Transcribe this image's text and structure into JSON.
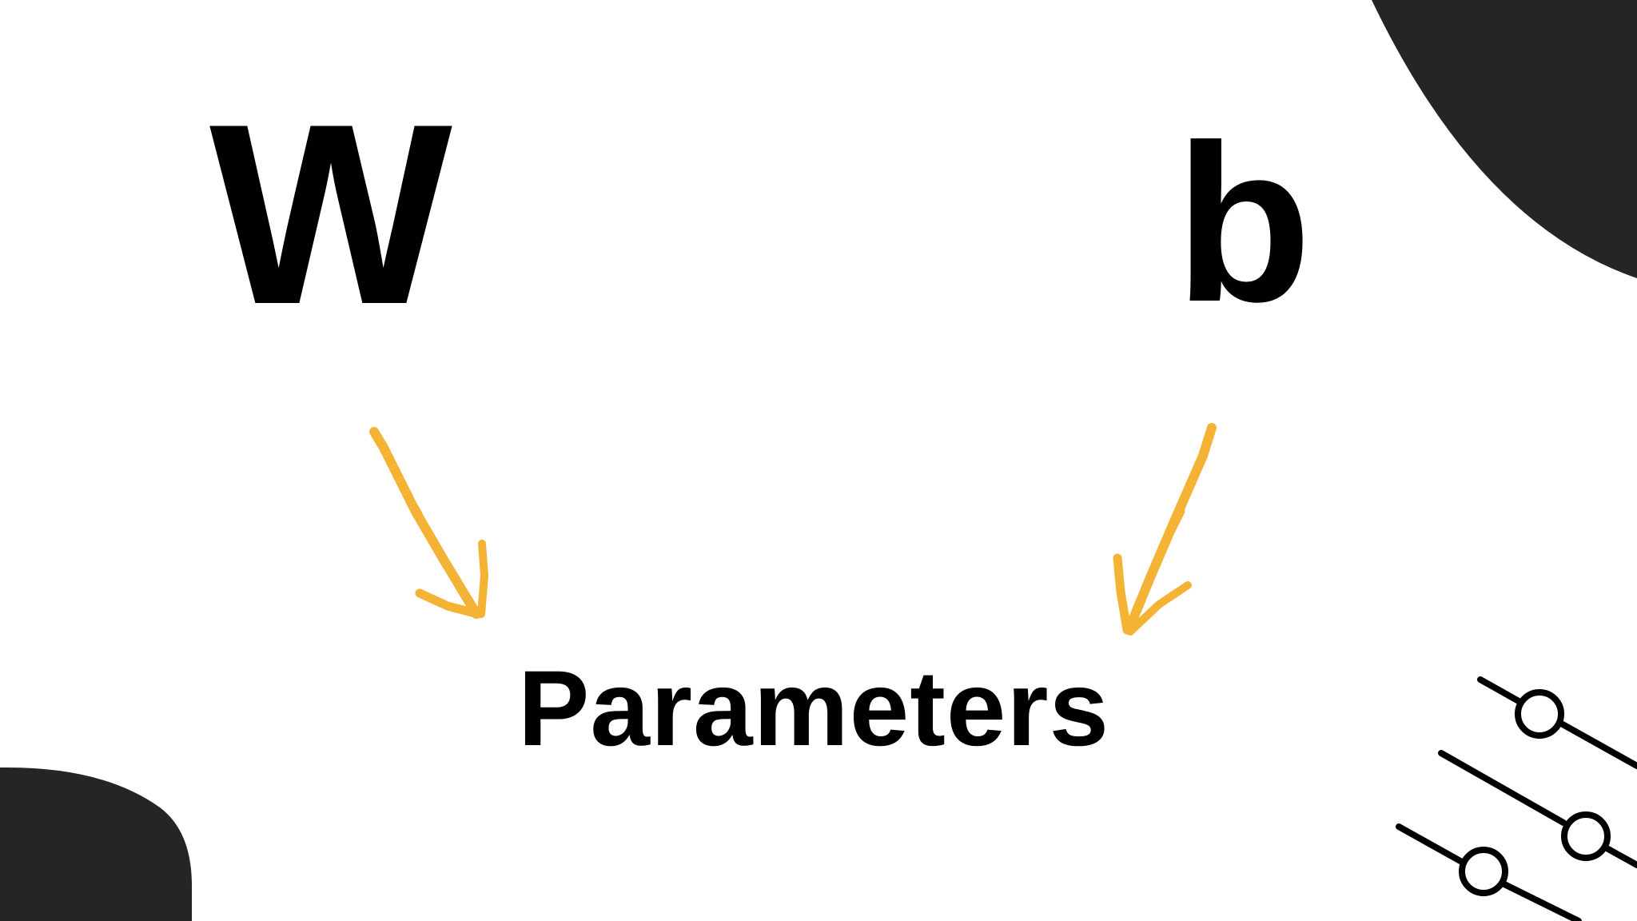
{
  "labels": {
    "left_symbol": "W",
    "right_symbol": "b",
    "target": "Parameters"
  },
  "colors": {
    "background": "#ffffff",
    "text": "#000000",
    "arrow": "#f5b335",
    "shape": "#262526"
  },
  "icons": {
    "left_arrow": "hand-drawn-arrow-icon",
    "right_arrow": "hand-drawn-arrow-icon",
    "corner_decoration": "slider-lines-icon"
  }
}
